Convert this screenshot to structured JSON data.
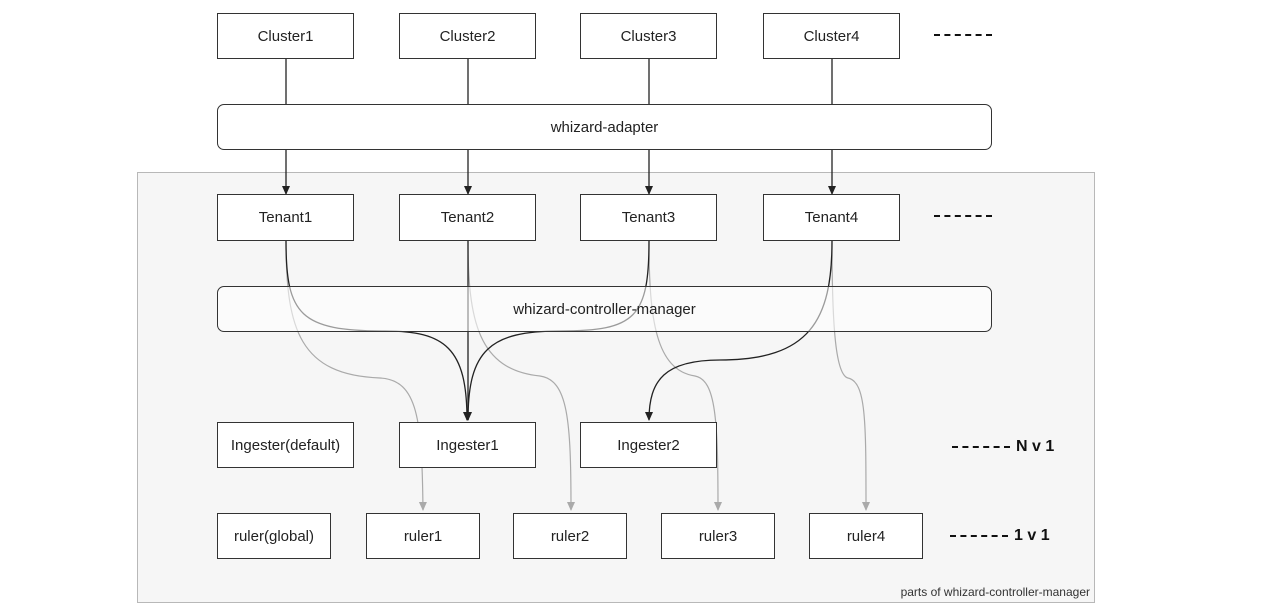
{
  "clusters": [
    "Cluster1",
    "Cluster2",
    "Cluster3",
    "Cluster4"
  ],
  "adapter_label": "whizard-adapter",
  "tenants": [
    "Tenant1",
    "Tenant2",
    "Tenant3",
    "Tenant4"
  ],
  "controller_label": "whizard-controller-manager",
  "ingesters": [
    "Ingester(default)",
    "Ingester1",
    "Ingester2"
  ],
  "rulers": [
    "ruler(global)",
    "ruler1",
    "ruler2",
    "ruler3",
    "ruler4"
  ],
  "annotations": {
    "ingester_ratio": "N v 1",
    "ruler_ratio": "1 v 1"
  },
  "region_caption": "parts of whizard-controller-manager",
  "colors": {
    "edge_dark": "#222222",
    "edge_light": "#aaaaaa",
    "region_fill": "#f6f6f6"
  }
}
